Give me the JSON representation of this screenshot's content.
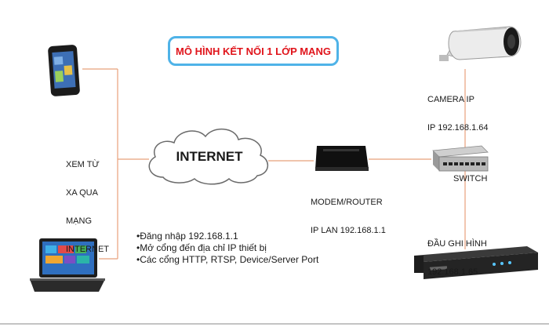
{
  "title": "MÔ HÌNH KẾT NỐI 1 LỚP MẠNG",
  "cloud_label": "INTERNET",
  "remote_view_label": [
    "XEM TỪ",
    "XA QUA",
    "MẠNG",
    "INTERNET"
  ],
  "router": {
    "label": "MODEM/ROUTER",
    "ip": "IP LAN 192.168.1.1"
  },
  "camera": {
    "label": "CAMERA IP",
    "ip": "IP 192.168.1.64"
  },
  "switch": {
    "label": "SWITCH"
  },
  "recorder": {
    "label": "ĐẦU GHI HÌNH",
    "ip": "192.168.1.65"
  },
  "notes": [
    "•Đăng nhập 192.168.1.1",
    "•Mở cổng đến địa chỉ IP thiết bị",
    "•Các cổng HTTP, RTSP, Device/Server Port"
  ],
  "colors": {
    "link": "#e8a07a",
    "title_border": "#4fb3e8",
    "title_text": "#e0141b"
  }
}
